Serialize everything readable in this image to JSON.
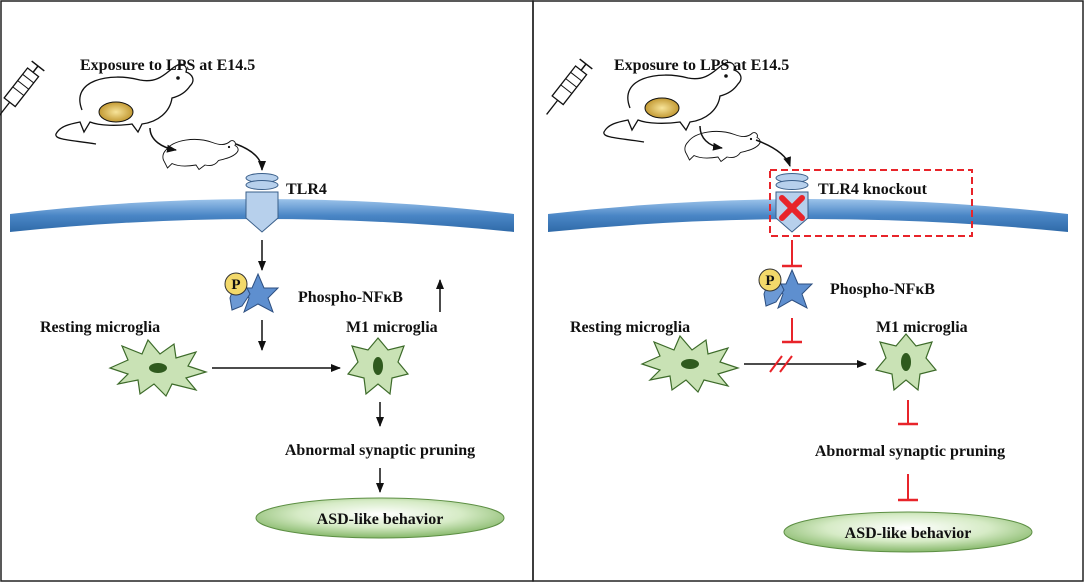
{
  "left_panel": {
    "exposure": "Exposure to LPS at E14.5",
    "receptor": "TLR4",
    "phospho": "Phospho-NFκB",
    "phospho_marker": "P",
    "resting": "Resting microglia",
    "m1": "M1 microglia",
    "pruning": "Abnormal synaptic pruning",
    "behavior": "ASD-like behavior"
  },
  "right_panel": {
    "exposure": "Exposure to LPS at E14.5",
    "receptor": "TLR4 knockout",
    "phospho": "Phospho-NFκB",
    "phospho_marker": "P",
    "resting": "Resting microglia",
    "m1": "M1 microglia",
    "pruning": "Abnormal synaptic pruning",
    "behavior": "ASD-like behavior"
  },
  "colors": {
    "membrane": "#4a86c6",
    "receptor": "#b7d0ec",
    "star": "#5e8fcf",
    "phospho_circle": "#f3d96a",
    "microglia": "#c9e2b5",
    "nucleus": "#2f5a1e",
    "behavior_ellipse": "#a9d18e",
    "inhibit": "#e8242a",
    "placenta": "#c9a12f"
  }
}
